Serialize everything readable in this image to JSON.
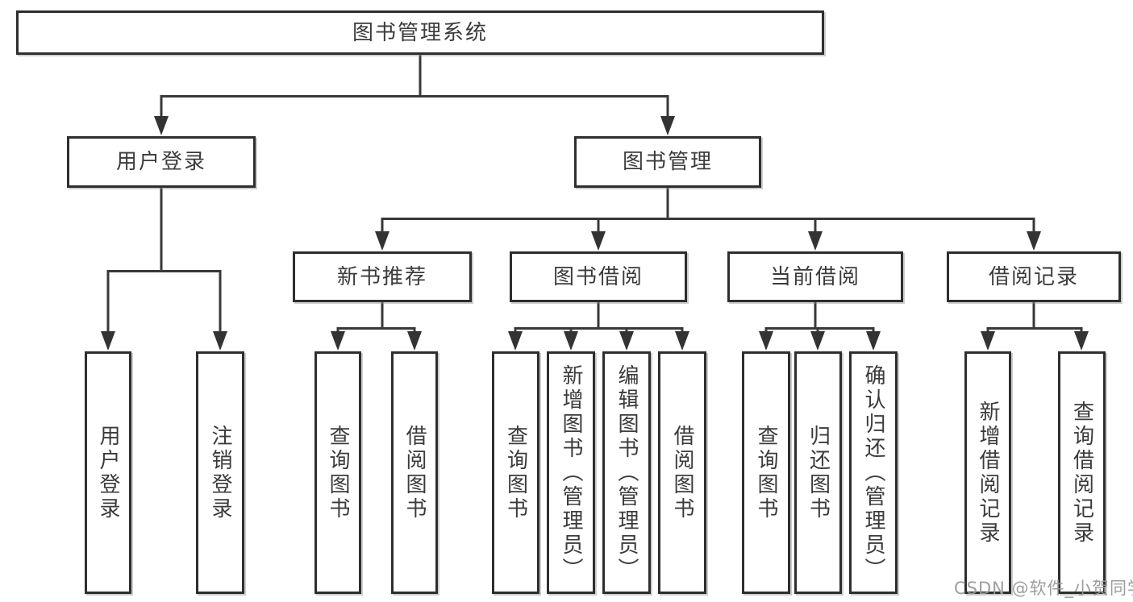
{
  "diagram": {
    "type": "org-tree",
    "root": {
      "label": "图书管理系统"
    },
    "level2": {
      "user_login": {
        "label": "用户登录"
      },
      "book_management": {
        "label": "图书管理"
      }
    },
    "level3": {
      "new_book_rec": {
        "label": "新书推荐"
      },
      "book_borrow": {
        "label": "图书借阅"
      },
      "current_borrow": {
        "label": "当前借阅"
      },
      "borrow_records": {
        "label": "借阅记录"
      }
    },
    "leaves": {
      "user_login": {
        "label": "用户登录"
      },
      "logout": {
        "label": "注销登录"
      },
      "rec_query_books": {
        "label": "查询图书"
      },
      "rec_borrow_books": {
        "label": "借阅图书"
      },
      "borrow_query_books": {
        "label": "查询图书"
      },
      "borrow_add_books": {
        "label": "新增图书（管理员）"
      },
      "borrow_edit_books": {
        "label": "编辑图书（管理员）"
      },
      "borrow_borrow_books": {
        "label": "借阅图书"
      },
      "current_query_books": {
        "label": "查询图书"
      },
      "current_return_books": {
        "label": "归还图书"
      },
      "current_confirm_return": {
        "label": "确认归还（管理员）"
      },
      "records_add_record": {
        "label": "新增借阅记录"
      },
      "records_query_record": {
        "label": "查询借阅记录"
      }
    }
  },
  "watermark": {
    "text": "CSDN @软件_小贺同学",
    "color": "#9a9a9a"
  },
  "colors": {
    "background": "#ffffff",
    "line": "#383838",
    "arrow": "#333333",
    "box_border": "#2e2e2e",
    "box_fill": "#ffffff",
    "text": "#3b3b3b"
  }
}
